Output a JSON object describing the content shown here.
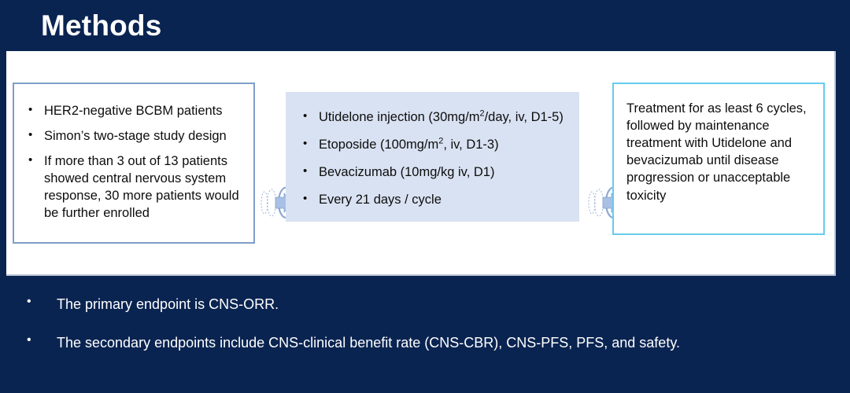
{
  "slide": {
    "title": "Methods",
    "background_color": "#0a2451",
    "panel_color": "#ffffff"
  },
  "flow": {
    "left_box": {
      "border_color": "#7f9dc7",
      "fill_color": "#ffffff",
      "bullets": [
        "HER2-negative BCBM patients",
        "Simon’s two-stage study design",
        "If more than 3 out of 13 patients showed central nervous system response, 30 more patients would be further enrolled"
      ]
    },
    "middle_box": {
      "fill_color": "#d9e2f2",
      "bullets": [
        {
          "text_before": "Utidelone injection (30mg/m",
          "sup": "2",
          "text_after": "/day, iv, D1-5)"
        },
        {
          "text_before": "Etoposide (100mg/m",
          "sup": "2",
          "text_after": ", iv, D1-3)"
        },
        {
          "text_before": "Bevacizumab (10mg/kg iv, D1)",
          "sup": "",
          "text_after": ""
        },
        {
          "text_before": "Every 21 days / cycle",
          "sup": "",
          "text_after": ""
        }
      ]
    },
    "right_box": {
      "border_color": "#66ccee",
      "fill_color": "#ffffff",
      "paragraph": "Treatment for as least 6 cycles, followed by maintenance treatment with Utidelone and bevacizumab until disease progression or unacceptable toxicity"
    },
    "arrows": [
      {
        "name": "arrow-left-to-middle"
      },
      {
        "name": "arrow-middle-to-right"
      }
    ]
  },
  "endpoints": {
    "bullets": [
      "The primary endpoint is CNS-ORR.",
      "The secondary endpoints include CNS-clinical benefit rate (CNS-CBR), CNS-PFS, PFS, and safety."
    ]
  }
}
